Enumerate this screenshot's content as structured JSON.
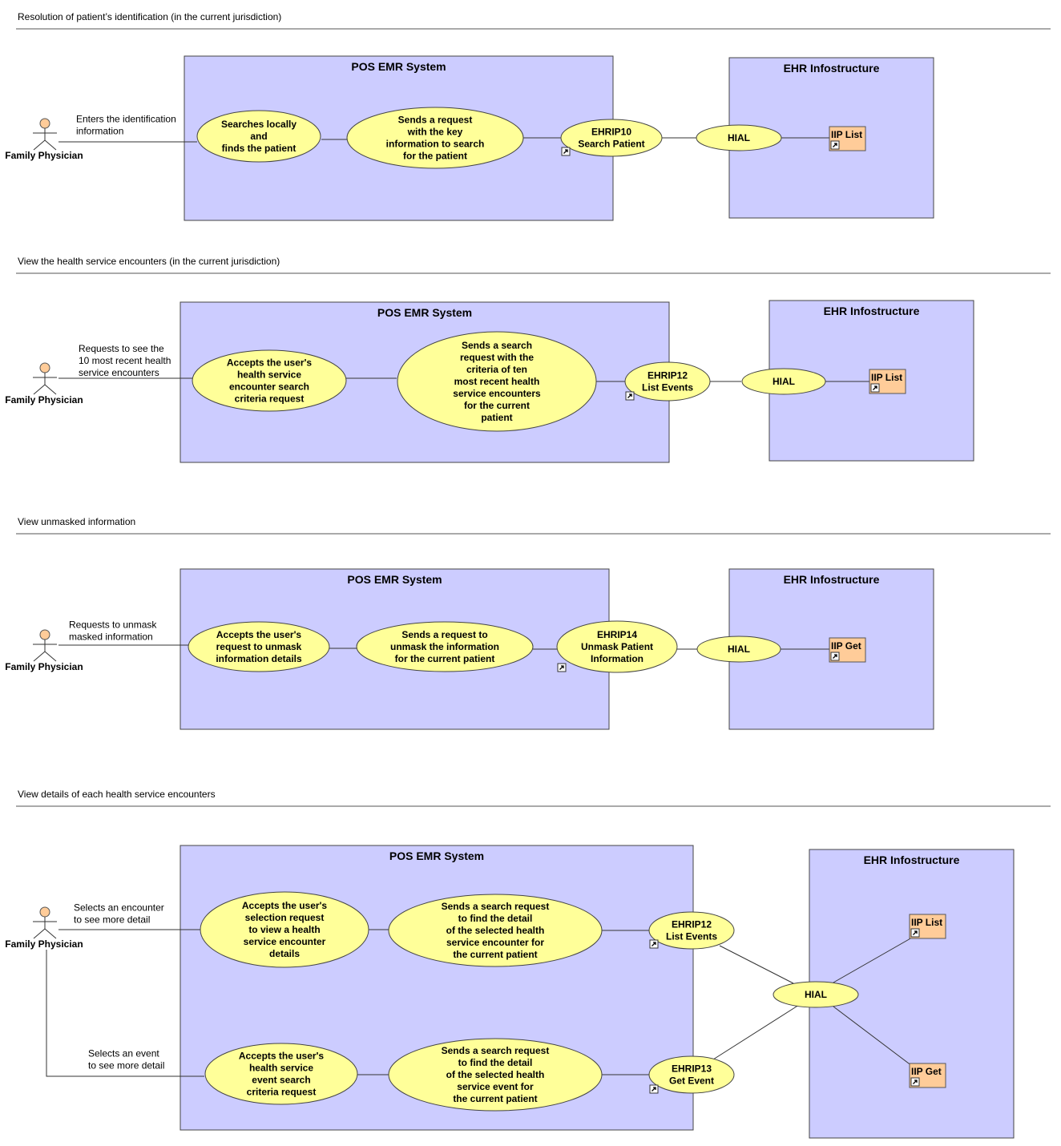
{
  "sections": [
    {
      "title": "Resolution of patient’s identification (in the current jurisdiction)",
      "actor": "Family Physician",
      "actor_link": [
        "Enters the identification",
        "information"
      ],
      "emr_title": "POS EMR System",
      "ehr_title": "EHR Infostructure",
      "uc1": [
        "Searches locally",
        "and",
        "finds the patient"
      ],
      "uc2": [
        "Sends a request",
        "with the key",
        "information to search",
        "for the patient"
      ],
      "ehrip": [
        "EHRIP10",
        "Search Patient"
      ],
      "hial": "HIAL",
      "iip": "IIP List"
    },
    {
      "title": "View the health service encounters (in the current jurisdiction)",
      "actor": "Family Physician",
      "actor_link": [
        "Requests to see the",
        "10 most recent health",
        "service encounters"
      ],
      "emr_title": "POS EMR System",
      "ehr_title": "EHR Infostructure",
      "uc1": [
        "Accepts the user's",
        "health service",
        "encounter search",
        "criteria request"
      ],
      "uc2": [
        "Sends a search",
        "request with the",
        "criteria of ten",
        "most recent health",
        "service encounters",
        "for the current",
        "patient"
      ],
      "ehrip": [
        "EHRIP12",
        "List Events"
      ],
      "hial": "HIAL",
      "iip": "IIP List"
    },
    {
      "title": "View unmasked information",
      "actor": "Family Physician",
      "actor_link": [
        "Requests to unmask",
        "masked information"
      ],
      "emr_title": "POS EMR System",
      "ehr_title": "EHR Infostructure",
      "uc1": [
        "Accepts the user's",
        "request to unmask",
        "information details"
      ],
      "uc2": [
        "Sends a request to",
        "unmask the information",
        "for the current patient"
      ],
      "ehrip": [
        "EHRIP14",
        "Unmask Patient",
        "Information"
      ],
      "hial": "HIAL",
      "iip": "IIP Get"
    },
    {
      "title": "View details of each health service encounters",
      "actor": "Family Physician",
      "actor_link_a": [
        "Selects an encounter",
        "to see more detail"
      ],
      "actor_link_b": [
        "Selects an event",
        "to see more detail"
      ],
      "emr_title": "POS EMR System",
      "ehr_title": "EHR Infostructure",
      "uc1a": [
        "Accepts the user's",
        "selection request",
        "to view a health",
        "service encounter",
        "details"
      ],
      "uc2a": [
        "Sends a search request",
        "to find the detail",
        "of the selected health",
        "service encounter for",
        "the current patient"
      ],
      "uc1b": [
        "Accepts the user's",
        "health service",
        "event search",
        "criteria request"
      ],
      "uc2b": [
        "Sends a search request",
        "to find the detail",
        "of the selected health",
        "service event for",
        "the current patient"
      ],
      "ehrip_a": [
        "EHRIP12",
        "List Events"
      ],
      "ehrip_b": [
        "EHRIP13",
        "Get Event"
      ],
      "hial": "HIAL",
      "iip_a": "IIP List",
      "iip_b": "IIP Get"
    }
  ],
  "colors": {
    "system_box": "#ccccff",
    "use_case": "#ffff99",
    "component": "#ffcc99",
    "actor_head": "#ffcc99"
  }
}
